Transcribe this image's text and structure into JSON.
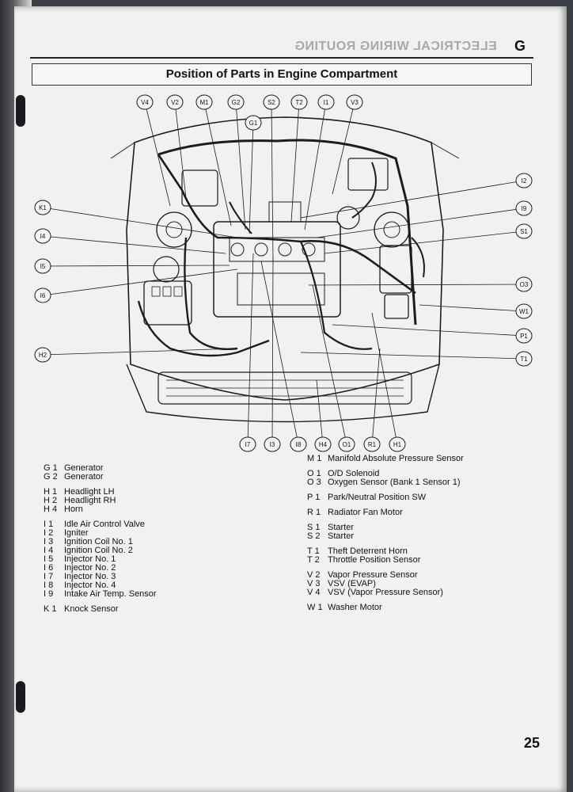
{
  "header": {
    "section_title": "ELECTRICAL WIRING ROUTING",
    "section_letter": "G"
  },
  "title": "Position of Parts in Engine Compartment",
  "page_number": "25",
  "callouts_top": [
    "V4",
    "V2",
    "M1",
    "G2",
    "S2",
    "T2",
    "I1",
    "V3"
  ],
  "callout_g1": "G1",
  "callouts_left": [
    "K1",
    "I4",
    "I5",
    "I6",
    "H2"
  ],
  "callouts_right": [
    "I2",
    "I9",
    "S1",
    "O3",
    "W1",
    "P1",
    "T1"
  ],
  "callouts_bottom": [
    "I7",
    "I3",
    "I8",
    "H4",
    "O1",
    "R1",
    "H1"
  ],
  "legend_left": [
    [
      {
        "code": "G 1",
        "label": "Generator"
      },
      {
        "code": "G 2",
        "label": "Generator"
      }
    ],
    [
      {
        "code": "H 1",
        "label": "Headlight LH"
      },
      {
        "code": "H 2",
        "label": "Headlight RH"
      },
      {
        "code": "H 4",
        "label": "Horn"
      }
    ],
    [
      {
        "code": "I 1",
        "label": "Idle Air Control Valve"
      },
      {
        "code": "I 2",
        "label": "Igniter"
      },
      {
        "code": "I 3",
        "label": "Ignition Coil No. 1"
      },
      {
        "code": "I 4",
        "label": "Ignition Coil No. 2"
      },
      {
        "code": "I 5",
        "label": "Injector No. 1"
      },
      {
        "code": "I 6",
        "label": "Injector No. 2"
      },
      {
        "code": "I 7",
        "label": "Injector No. 3"
      },
      {
        "code": "I 8",
        "label": "Injector No. 4"
      },
      {
        "code": "I 9",
        "label": "Intake Air Temp. Sensor"
      }
    ],
    [
      {
        "code": "K 1",
        "label": "Knock Sensor"
      }
    ]
  ],
  "legend_right": [
    [
      {
        "code": "M 1",
        "label": "Manifold Absolute Pressure Sensor"
      }
    ],
    [
      {
        "code": "O 1",
        "label": "O/D Solenoid"
      },
      {
        "code": "O 3",
        "label": "Oxygen Sensor (Bank 1 Sensor 1)"
      }
    ],
    [
      {
        "code": "P 1",
        "label": "Park/Neutral Position SW"
      }
    ],
    [
      {
        "code": "R 1",
        "label": "Radiator Fan Motor"
      }
    ],
    [
      {
        "code": "S 1",
        "label": "Starter"
      },
      {
        "code": "S 2",
        "label": "Starter"
      }
    ],
    [
      {
        "code": "T 1",
        "label": "Theft Deterrent Horn"
      },
      {
        "code": "T 2",
        "label": "Throttle Position Sensor"
      }
    ],
    [
      {
        "code": "V 2",
        "label": "Vapor Pressure Sensor"
      },
      {
        "code": "V 3",
        "label": "VSV (EVAP)"
      },
      {
        "code": "V 4",
        "label": "VSV (Vapor Pressure Sensor)"
      }
    ],
    [
      {
        "code": "W 1",
        "label": "Washer Motor"
      }
    ]
  ],
  "colors": {
    "ink": "#1c1c1c",
    "paper": "#f1f1ef",
    "ghost": "#cfcfcf"
  }
}
